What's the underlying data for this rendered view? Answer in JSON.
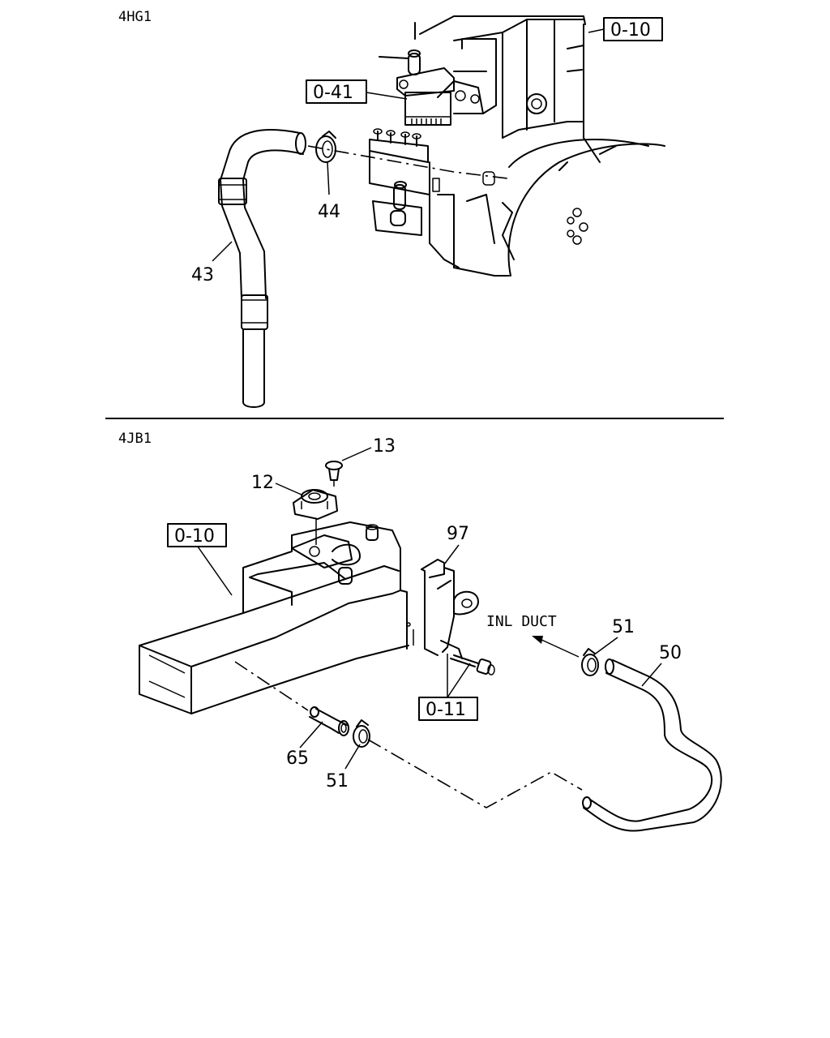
{
  "sections": {
    "top": {
      "title": "4HG1"
    },
    "bottom": {
      "title": "4JB1"
    }
  },
  "callouts": {
    "top": {
      "ref_0_10": "0-10",
      "ref_0_41": "0-41",
      "part_44": "44",
      "part_43": "43"
    },
    "bottom": {
      "part_13": "13",
      "part_12": "12",
      "ref_0_10": "0-10",
      "part_97": "97",
      "inl_duct": "INL DUCT",
      "part_51_right": "51",
      "part_50": "50",
      "ref_0_11": "0-11",
      "part_65": "65",
      "part_51_left": "51"
    }
  }
}
